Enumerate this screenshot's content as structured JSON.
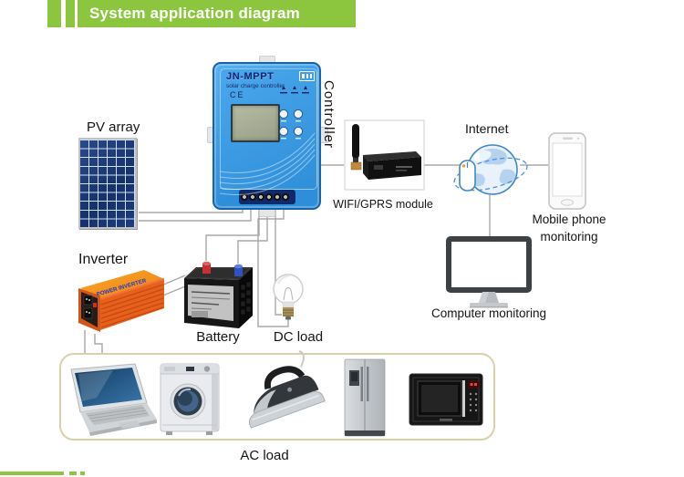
{
  "header": {
    "title": "System application diagram",
    "accent_color": "#8cc63e"
  },
  "nodes": {
    "pv_array": {
      "label": "PV array"
    },
    "controller": {
      "label": "Controller",
      "model": "JN-MPPT",
      "subtitle": "solar charge controller",
      "cert_mark": "CE"
    },
    "wifi_module": {
      "label": "WIFI/GPRS module"
    },
    "internet": {
      "label": "Internet"
    },
    "mobile_phone": {
      "label_line1": "Mobile phone",
      "label_line2": "monitoring"
    },
    "computer": {
      "label": "Computer monitoring"
    },
    "inverter": {
      "label": "Inverter",
      "top_text": "POWER INVERTER"
    },
    "battery": {
      "label": "Battery"
    },
    "dc_load": {
      "label": "DC load"
    },
    "ac_load": {
      "label": "AC load",
      "appliances": [
        "laptop-icon",
        "washing-machine-icon",
        "iron-icon",
        "refrigerator-icon",
        "microwave-icon"
      ]
    }
  },
  "colors": {
    "header_green": "#8cc63e",
    "controller_blue": "#3898e0",
    "inverter_orange": "#e8721f",
    "pv_panel_blue": "#1e3c7a",
    "wire_gray": "#a8a8a8",
    "ac_box_border": "#d9d2a6",
    "internet_blue": "#3f86c9"
  }
}
